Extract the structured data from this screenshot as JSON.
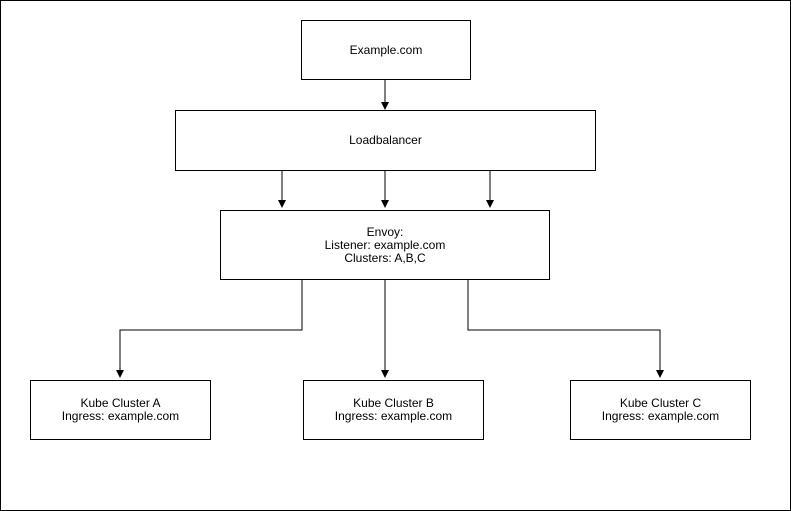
{
  "diagram": {
    "nodes": {
      "example": {
        "lines": [
          "Example.com"
        ]
      },
      "loadbalancer": {
        "lines": [
          "Loadbalancer"
        ]
      },
      "envoy": {
        "lines": [
          "Envoy:",
          "Listener: example.com",
          "Clusters: A,B,C"
        ]
      },
      "cluster_a": {
        "lines": [
          "Kube Cluster A",
          "Ingress: example.com"
        ]
      },
      "cluster_b": {
        "lines": [
          "Kube Cluster B",
          "Ingress: example.com"
        ]
      },
      "cluster_c": {
        "lines": [
          "Kube Cluster C",
          "Ingress: example.com"
        ]
      }
    },
    "edges": [
      {
        "from": "example",
        "to": "loadbalancer"
      },
      {
        "from": "loadbalancer",
        "to": "envoy"
      },
      {
        "from": "loadbalancer",
        "to": "envoy"
      },
      {
        "from": "loadbalancer",
        "to": "envoy"
      },
      {
        "from": "envoy",
        "to": "cluster_a"
      },
      {
        "from": "envoy",
        "to": "cluster_b"
      },
      {
        "from": "envoy",
        "to": "cluster_c"
      }
    ]
  }
}
